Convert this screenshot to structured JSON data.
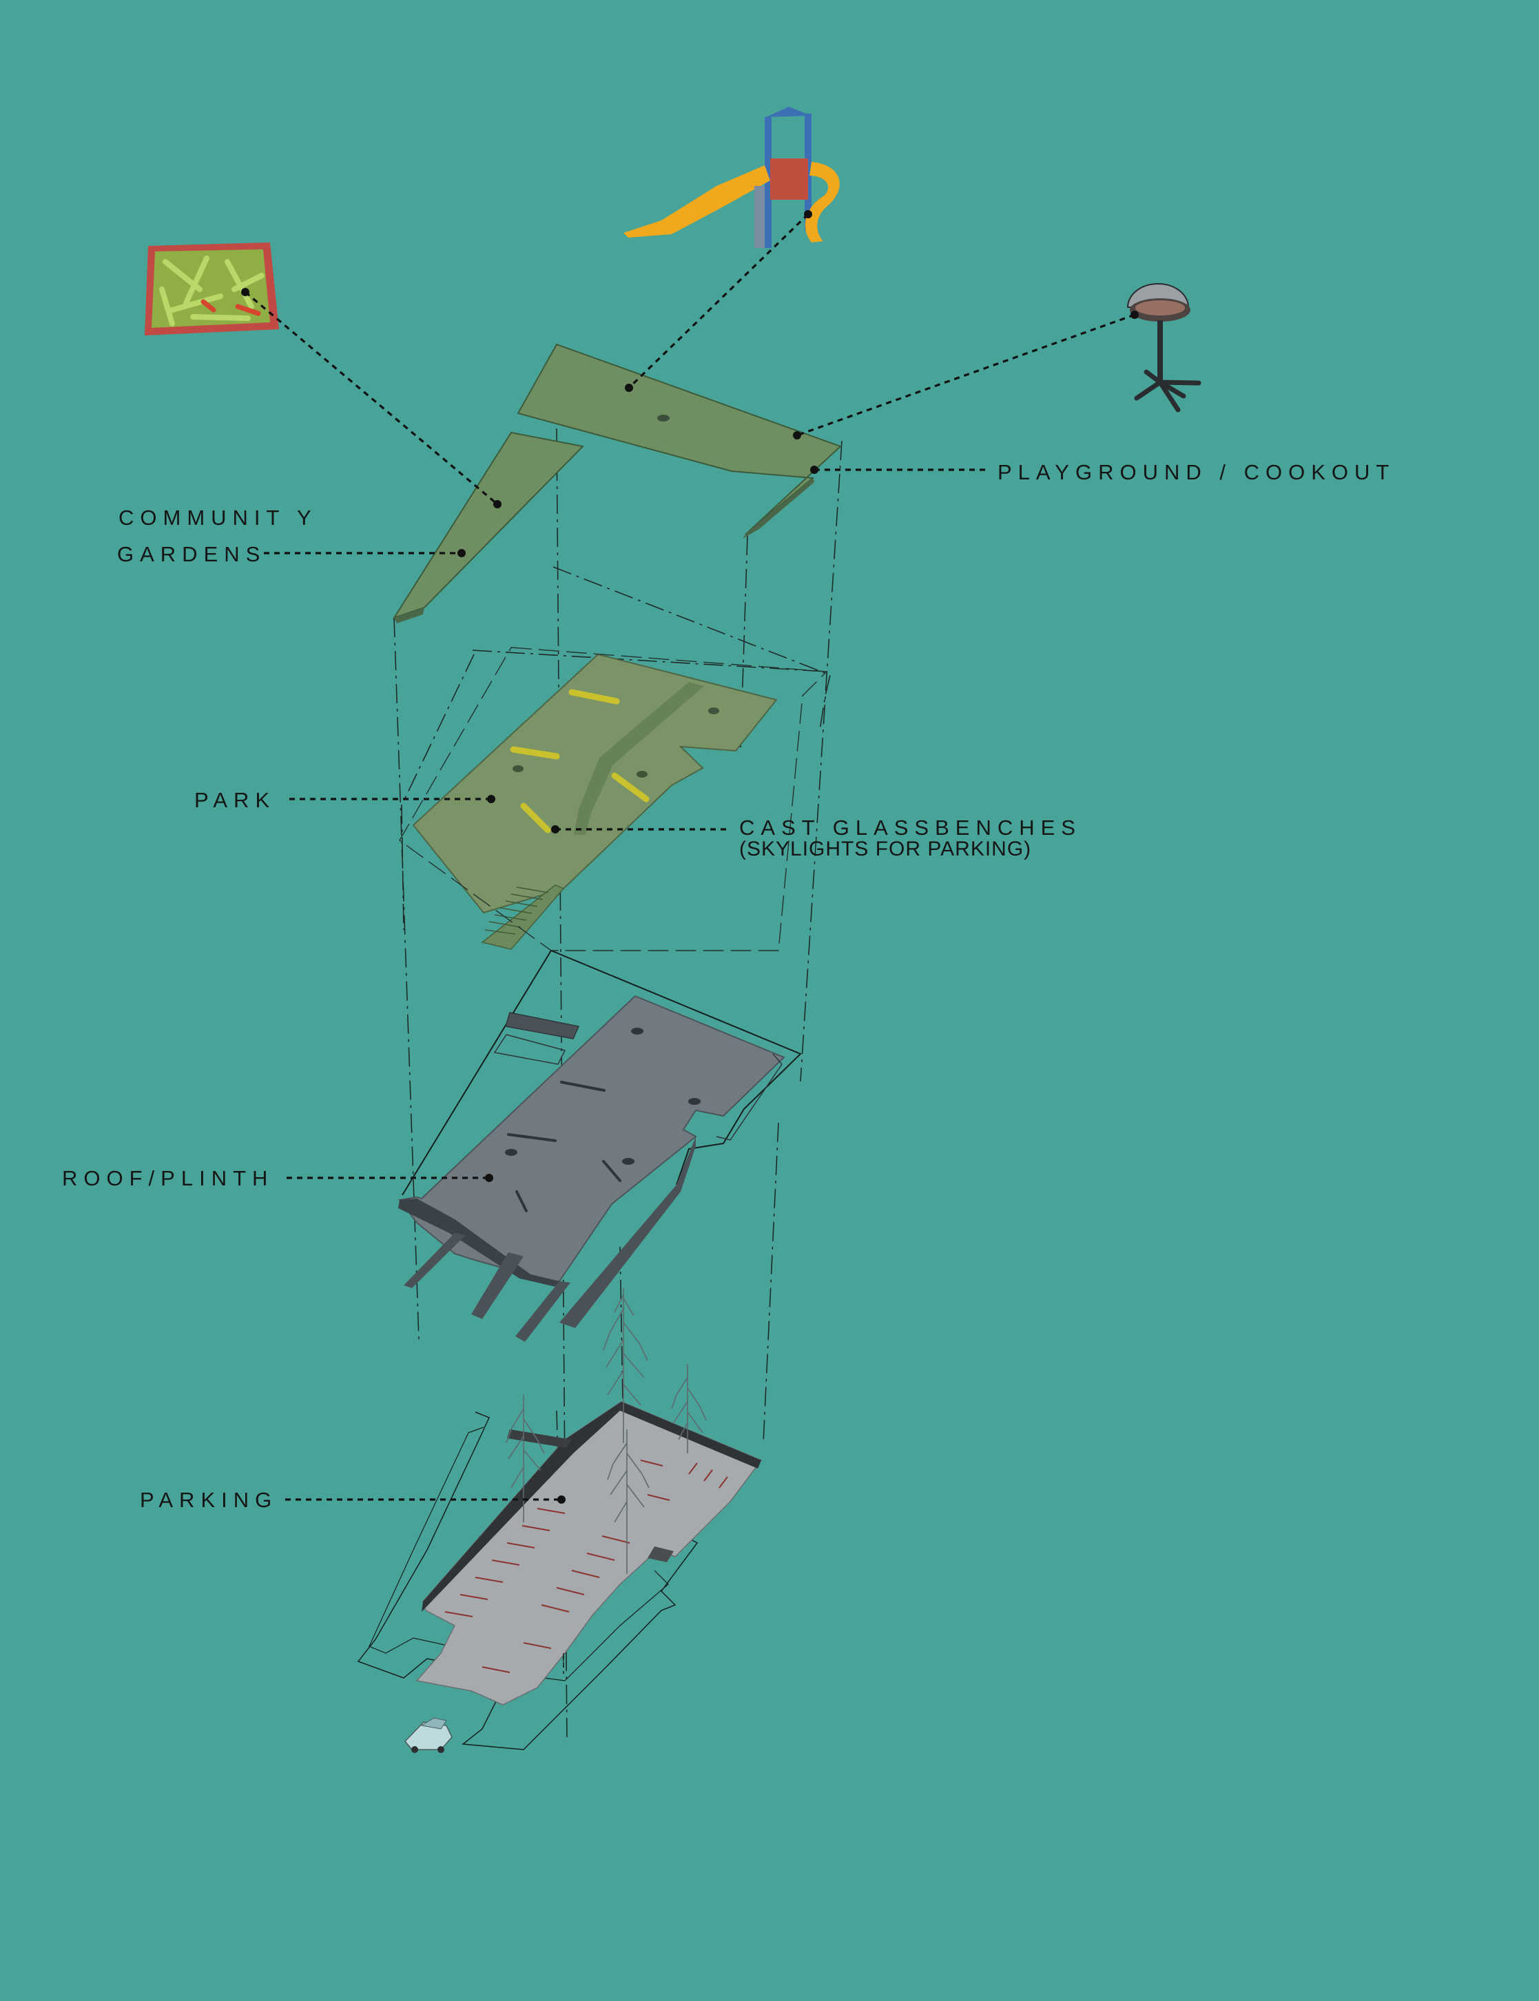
{
  "labels": {
    "community_line1": "COMMUNIT Y",
    "community_line2": "GARDENS",
    "playground": "PLAYGROUND / COOKOUT",
    "park": "PARK",
    "benches_line1": "CAST GLASSBENCHES",
    "benches_line2": "(SKYLIGHTS FOR PARKING)",
    "roof": "ROOF/PLINTH",
    "parking": "PARKING"
  },
  "colors": {
    "background": "#48a499",
    "upper_slab": "#6f8f62",
    "park_slab": "#7a9467",
    "roof_slab": "#717a80",
    "parking_floor": "#a7aaad",
    "glass_bench": "#c9c12e",
    "ink": "#151515"
  },
  "icons": [
    "vegetables-icon",
    "playground-slide-icon",
    "barbecue-grill-icon",
    "car-icon",
    "tree-icon"
  ]
}
